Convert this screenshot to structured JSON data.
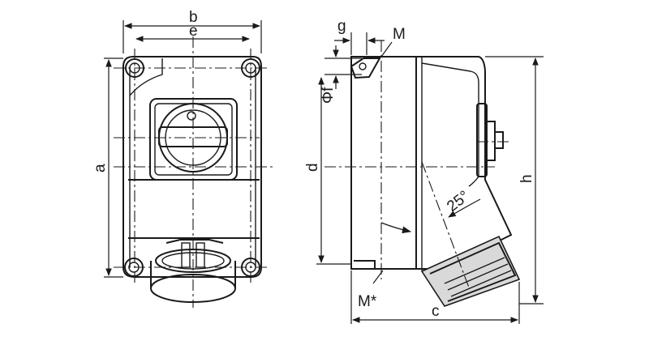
{
  "labels": {
    "a": "a",
    "b": "b",
    "c": "c",
    "d": "d",
    "e": "e",
    "f": "Φf",
    "g": "g",
    "h": "h",
    "m": "M",
    "m_star": "M*",
    "angle": "25°"
  }
}
